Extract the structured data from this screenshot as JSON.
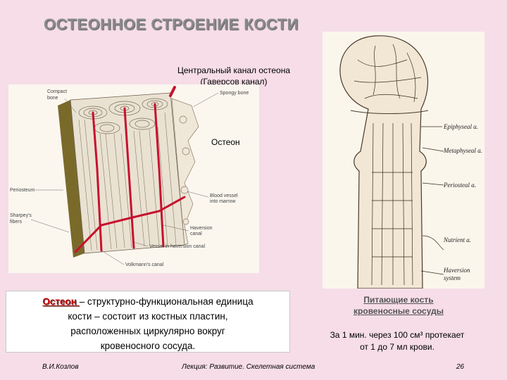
{
  "slide": {
    "title": "ОСТЕОННОЕ СТРОЕНИЕ КОСТИ",
    "label_canal_line1": "Центральный канал остеона",
    "label_canal_line2": "(Гаверсов канал)",
    "label_osteon": "Остеон"
  },
  "left_figure": {
    "labels": {
      "compact_bone_1": "Compact",
      "compact_bone_2": "bone",
      "spongy_bone": "Spongy bone",
      "periosteum": "Periosteum",
      "sharpeys_1": "Sharpey's",
      "sharpeys_2": "fibers",
      "blood_vessel_1": "Blood vessel",
      "blood_vessel_2": "into marrow",
      "haversion_1": "Haversion",
      "haversion_2": "canal",
      "vessel_haversion": "Vessel in haversion canal",
      "volkmann": "Volkmann's canal"
    }
  },
  "right_figure": {
    "labels": {
      "epiphyseal": "Epiphyseal a.",
      "metaphyseal": "Metaphyseal a.",
      "periosteal": "Periosteal a.",
      "nutrient": "Nutrient a.",
      "haversion_1": "Haversion",
      "haversion_2": "system"
    }
  },
  "definition": {
    "term": "Остеон ",
    "rest_line1": "– структурно-функциональная единица",
    "line2": "кости – состоит из костных пластин,",
    "line3": "расположенных циркулярно вокруг",
    "line4": "кровеносного сосуда."
  },
  "vessels": {
    "title_line1": "Питающие кость",
    "title_line2": "кровеносные сосуды",
    "text_line1": "За 1 мин. через 100 см³ протекает",
    "text_line2": "от 1 до 7 мл крови."
  },
  "footer": {
    "author": "В.И.Козлов",
    "lecture": "Лекция:  Развитие. Скелетная система",
    "page": "26"
  },
  "colors": {
    "background": "#f6dde8",
    "vessel_red": "#c8102e",
    "title_gray": "#8a8a8a",
    "term_red": "#c00000"
  }
}
